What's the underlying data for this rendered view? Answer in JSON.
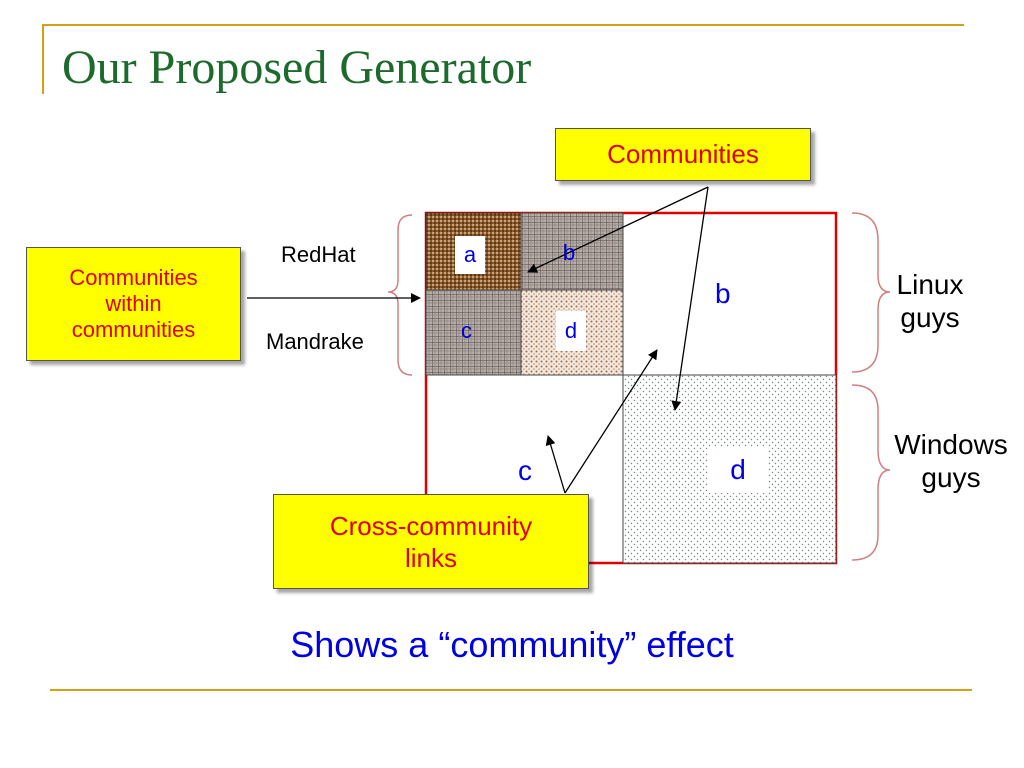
{
  "slide": {
    "title": "Our Proposed Generator",
    "subtitle": "Shows a “community” effect"
  },
  "callouts": {
    "communities": "Communities",
    "within_line1": "Communities",
    "within_line2": "within",
    "within_line3": "communities",
    "cross_line1": "Cross-community",
    "cross_line2": "links"
  },
  "labels": {
    "redhat": "RedHat",
    "mandrake": "Mandrake",
    "linux_line1": "Linux",
    "linux_line2": "guys",
    "windows_line1": "Windows",
    "windows_line2": "guys"
  },
  "cells": {
    "inner_a": "a",
    "inner_b": "b",
    "inner_c": "c",
    "inner_d": "d",
    "outer_b": "b",
    "outer_c": "c",
    "outer_d": "d"
  },
  "colors": {
    "title": "#1c6b2d",
    "accent": "#d4a017",
    "callout_fill": "#ffff00",
    "callout_text": "#e00000",
    "matrix_border": "#e00000",
    "cell_letter": "#0000e0",
    "brace": "#d08080"
  }
}
